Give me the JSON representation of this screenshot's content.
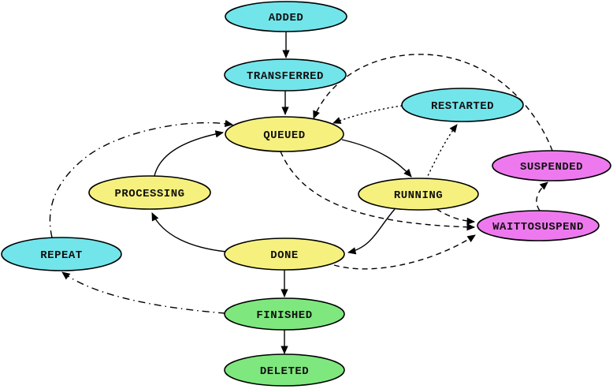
{
  "diagram": {
    "type": "state-transition-diagram",
    "colors": {
      "cyan": "#72e5eb",
      "yellow": "#f6f17e",
      "green": "#7ee87e",
      "magenta": "#ee79ee",
      "outline": "#000000",
      "background": "#ffffff"
    },
    "states": [
      {
        "label": "ADDED",
        "color": "cyan"
      },
      {
        "label": "TRANSFERRED",
        "color": "cyan"
      },
      {
        "label": "QUEUED",
        "color": "yellow"
      },
      {
        "label": "RESTARTED",
        "color": "cyan"
      },
      {
        "label": "PROCESSING",
        "color": "yellow"
      },
      {
        "label": "RUNNING",
        "color": "yellow"
      },
      {
        "label": "SUSPENDED",
        "color": "magenta"
      },
      {
        "label": "WAITTOSUSPEND",
        "color": "magenta"
      },
      {
        "label": "REPEAT",
        "color": "cyan"
      },
      {
        "label": "DONE",
        "color": "yellow"
      },
      {
        "label": "FINISHED",
        "color": "green"
      },
      {
        "label": "DELETED",
        "color": "green"
      }
    ],
    "transitions": [
      {
        "from": "ADDED",
        "to": "TRANSFERRED",
        "style": "solid"
      },
      {
        "from": "TRANSFERRED",
        "to": "QUEUED",
        "style": "solid"
      },
      {
        "from": "QUEUED",
        "to": "RUNNING",
        "style": "solid"
      },
      {
        "from": "PROCESSING",
        "to": "QUEUED",
        "style": "solid"
      },
      {
        "from": "RUNNING",
        "to": "DONE",
        "style": "solid"
      },
      {
        "from": "DONE",
        "to": "PROCESSING",
        "style": "solid"
      },
      {
        "from": "DONE",
        "to": "FINISHED",
        "style": "solid"
      },
      {
        "from": "FINISHED",
        "to": "DELETED",
        "style": "solid"
      },
      {
        "from": "QUEUED",
        "to": "WAITTOSUSPEND",
        "style": "dashed"
      },
      {
        "from": "RUNNING",
        "to": "WAITTOSUSPEND",
        "style": "dashed"
      },
      {
        "from": "DONE",
        "to": "WAITTOSUSPEND",
        "style": "dashed"
      },
      {
        "from": "WAITTOSUSPEND",
        "to": "SUSPENDED",
        "style": "dashed"
      },
      {
        "from": "SUSPENDED",
        "to": "QUEUED",
        "style": "dashed"
      },
      {
        "from": "RUNNING",
        "to": "RESTARTED",
        "style": "dotted"
      },
      {
        "from": "RESTARTED",
        "to": "QUEUED",
        "style": "dotted"
      },
      {
        "from": "REPEAT",
        "to": "QUEUED",
        "style": "dashdot"
      },
      {
        "from": "FINISHED",
        "to": "REPEAT",
        "style": "dashdot"
      }
    ]
  }
}
